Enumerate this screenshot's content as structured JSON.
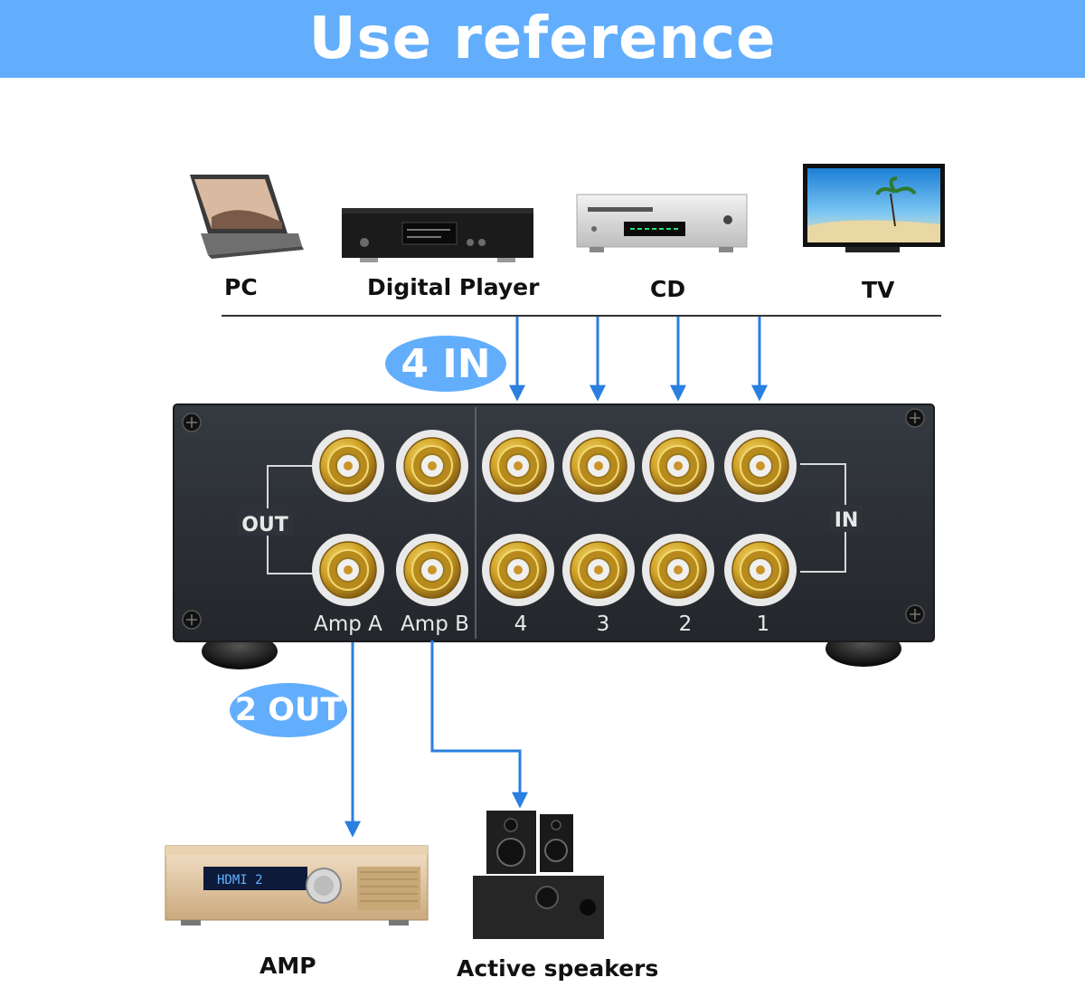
{
  "header": {
    "title": "Use reference"
  },
  "sources": [
    {
      "label": "PC",
      "icon": "laptop-icon"
    },
    {
      "label": "Digital Player",
      "icon": "digital-player-icon"
    },
    {
      "label": "CD",
      "icon": "cd-player-icon"
    },
    {
      "label": "TV",
      "icon": "tv-icon"
    }
  ],
  "badges": {
    "inputs": "4 IN",
    "outputs": "2 OUT"
  },
  "switcher": {
    "out_label": "OUT",
    "in_label": "IN",
    "output_ports": [
      "Amp A",
      "Amp B"
    ],
    "input_ports": [
      "4",
      "3",
      "2",
      "1"
    ]
  },
  "destinations": [
    {
      "label": "AMP",
      "icon": "amplifier-icon"
    },
    {
      "label": "Active speakers",
      "icon": "speakers-icon"
    }
  ],
  "colors": {
    "banner": "#62aefc",
    "arrow": "#2a7fe0",
    "panel": "#2b2f35",
    "rca_gold": "#d4a62a"
  }
}
